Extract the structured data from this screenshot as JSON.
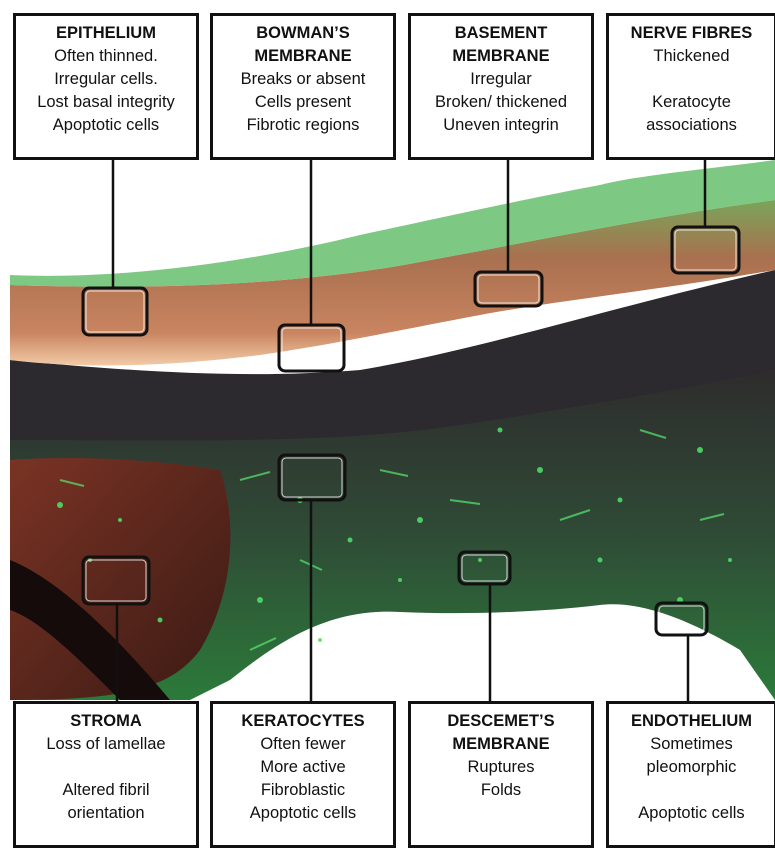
{
  "colors": {
    "epithelium": "#b8704e",
    "stroma_dark": "#3a2a2a",
    "stroma_red": "#6a2a22",
    "fluorescence": "#35c24a",
    "pale_layer": "#f0c9a6",
    "frame": "#111111"
  },
  "labels": {
    "top": [
      {
        "title": "EPITHELIUM",
        "lines": [
          "Often thinned.",
          "Irregular cells.",
          "Lost basal integrity",
          "Apoptotic cells"
        ]
      },
      {
        "title": "BOWMAN’S",
        "title2": "MEMBRANE",
        "lines": [
          "Breaks or absent",
          "Cells present",
          "Fibrotic regions"
        ]
      },
      {
        "title": "BASEMENT",
        "title2": "MEMBRANE",
        "lines": [
          "Irregular",
          "Broken/ thickened",
          "Uneven integrin"
        ]
      },
      {
        "title": "NERVE FIBRES",
        "lines": [
          "Thickened",
          "",
          "Keratocyte",
          "associations"
        ]
      }
    ],
    "bottom": [
      {
        "title": "STROMA",
        "lines": [
          "Loss of lamellae",
          "",
          "Altered fibril",
          "orientation"
        ]
      },
      {
        "title": "KERATOCYTES",
        "lines": [
          "Often fewer",
          "More active",
          "Fibroblastic",
          "Apoptotic cells"
        ]
      },
      {
        "title": "DESCEMET’S",
        "title2": "MEMBRANE",
        "lines": [
          "Ruptures",
          "Folds"
        ]
      },
      {
        "title": "ENDOTHELIUM",
        "lines": [
          "Sometimes",
          "pleomorphic",
          "",
          "Apoptotic cells"
        ]
      }
    ]
  }
}
